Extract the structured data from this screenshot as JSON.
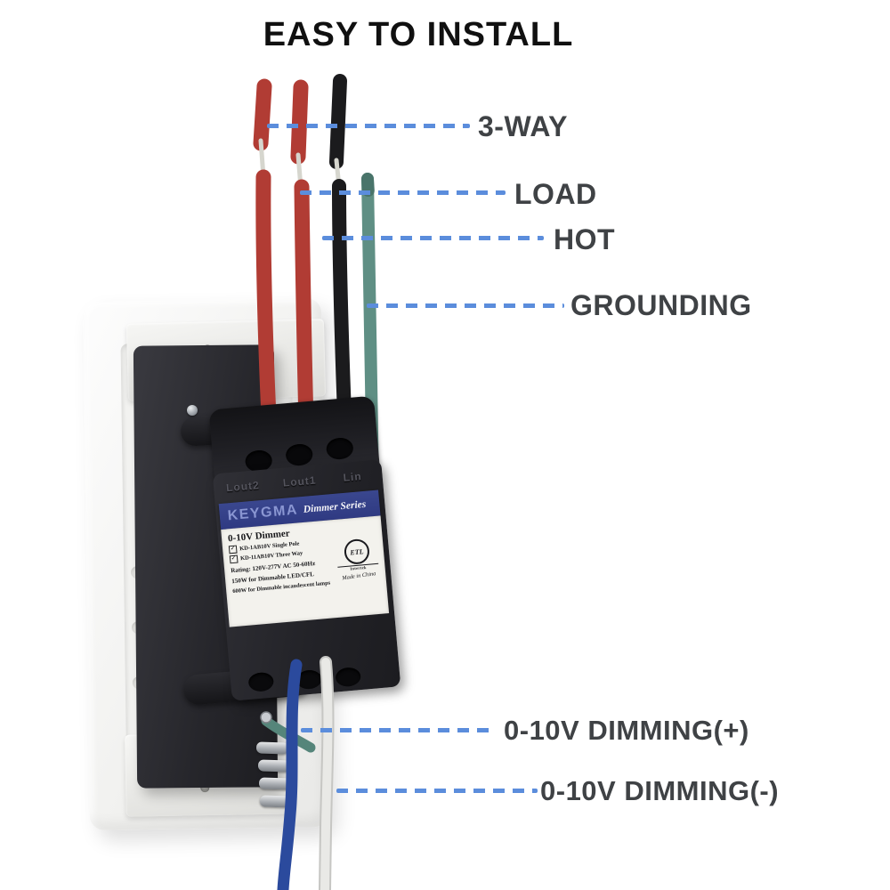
{
  "title": "EASY TO INSTALL",
  "callouts": {
    "three_way": "3-WAY",
    "load": "LOAD",
    "hot": "HOT",
    "grounding": "GROUNDING",
    "dim_plus": "0-10V DIMMING(+)",
    "dim_minus": "0-10V DIMMING(-)"
  },
  "device": {
    "terminals": {
      "lout2": "Lout2",
      "lout1": "Lout1",
      "lin": "Lin"
    },
    "brand": "KEYGMA",
    "series": "Dimmer Series",
    "label": {
      "model_title": "0-10V Dimmer",
      "option1": "KD-1AB10V Single Pole",
      "option2": "KD-11AB10V Three Way",
      "rating": "Rating: 120V-277V AC 50-60Hz",
      "power_led": "150W for Dimmable LED/CFL",
      "power_incandescent": "600W for Dimmable incandescent lamps",
      "cert_mark": "ETL",
      "cert_name": "Intertek",
      "origin": "Made in China"
    }
  },
  "icons": {
    "checkbox_checked": "✓"
  },
  "wires": [
    {
      "id": "red-3way-wire-1",
      "color": "#b13c34"
    },
    {
      "id": "red-3way-wire-2",
      "color": "#b13c34"
    },
    {
      "id": "black-hot-wire",
      "color": "#1b1b1d"
    },
    {
      "id": "green-grounding-wire",
      "color": "#5f8f84"
    },
    {
      "id": "blue-dimming-plus-wire",
      "color": "#2b4a9d"
    },
    {
      "id": "white-dimming-minus-wire",
      "color": "#e8e8e6"
    }
  ],
  "colors": {
    "leader_dash": "#5b8ddc",
    "callout_text": "#3f4245",
    "banner_navy": "#2f3a82",
    "brand_blue": "#8a96d2"
  }
}
